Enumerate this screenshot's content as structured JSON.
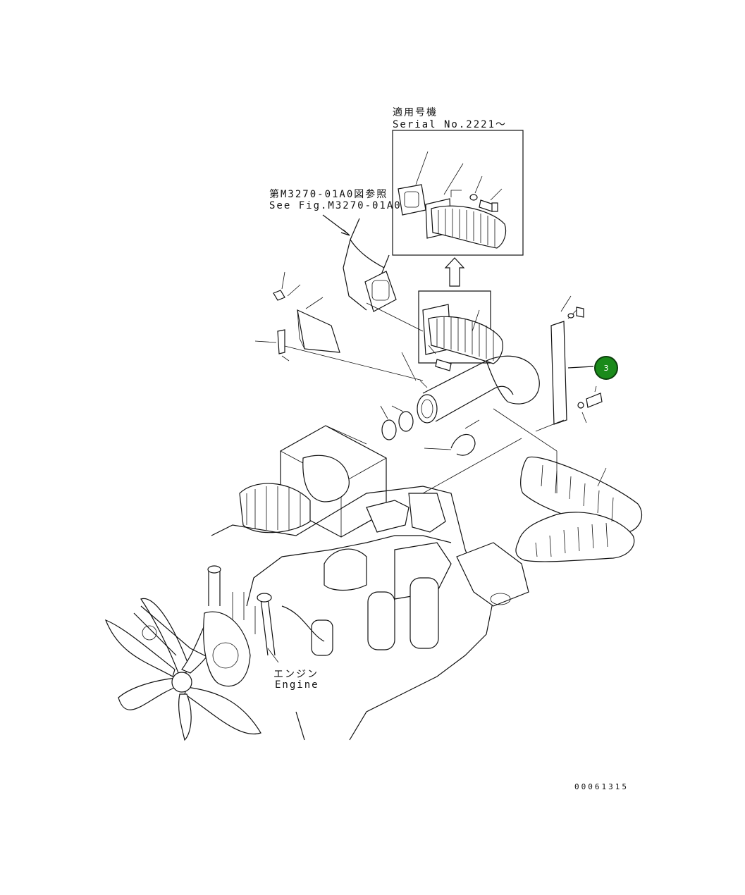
{
  "labels": {
    "serial_jp": "適用号機",
    "serial_en": "Serial No.2221～",
    "fig_ref_jp": "第M3270-01A0図参照",
    "fig_ref_en": "See Fig.M3270-01A0",
    "engine_jp": "エンジン",
    "engine_en": "Engine"
  },
  "callouts": [
    {
      "number": "3",
      "color": "#1a8a1a"
    }
  ],
  "sheet_id": "00061315"
}
